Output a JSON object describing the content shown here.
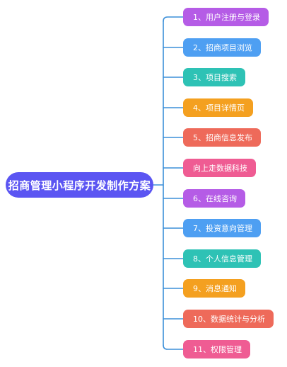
{
  "root": {
    "label": "招商管理小程序开发制作方案",
    "color": "#5b55f2"
  },
  "connector_color": "#3b8fd9",
  "nodes": [
    {
      "label": "1、用户注册与登录",
      "color": "#b55ce6"
    },
    {
      "label": "2、招商项目浏览",
      "color": "#4e9ff2"
    },
    {
      "label": "3、项目搜索",
      "color": "#2ec2b5"
    },
    {
      "label": "4、项目详情页",
      "color": "#f4a020"
    },
    {
      "label": "5、招商信息发布",
      "color": "#ee6a5a"
    },
    {
      "label": "向上走数据科技",
      "color": "#ef5c93"
    },
    {
      "label": "6、在线咨询",
      "color": "#b55ce6"
    },
    {
      "label": "7、投资意向管理",
      "color": "#4e9ff2"
    },
    {
      "label": "8、个人信息管理",
      "color": "#2ec2b5"
    },
    {
      "label": "9、消息通知",
      "color": "#f4a020"
    },
    {
      "label": "10、数据统计与分析",
      "color": "#ee6a5a"
    },
    {
      "label": "11、权限管理",
      "color": "#ef5c93"
    }
  ]
}
